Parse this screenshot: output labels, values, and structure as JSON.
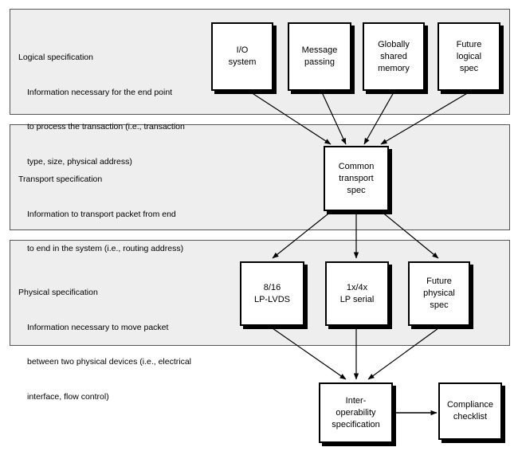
{
  "figure": {
    "title": "Interconnect specification layering diagram",
    "background_color": "#ffffff",
    "band_fill": "#eeeeee",
    "band_border": "#555555",
    "box_fill": "#ffffff",
    "box_border": "#000000"
  },
  "bands": [
    {
      "id": "logical",
      "title": "Logical specification",
      "lines": [
        "Information necessary for the end point",
        "to process the transaction (i.e., transaction",
        "type, size, physical address)"
      ]
    },
    {
      "id": "transport",
      "title": "Transport specification",
      "lines": [
        "Information to transport packet from end",
        "to end in the system (i.e., routing address)"
      ]
    },
    {
      "id": "physical",
      "title": "Physical specification",
      "lines": [
        "Information necessary to move packet",
        "between two physical devices (i.e., electrical",
        "interface, flow control)"
      ]
    }
  ],
  "nodes": {
    "io_system": "I/O\nsystem",
    "message_passing": "Message\npassing",
    "globally_shared_memory": "Globally\nshared\nmemory",
    "future_logical_spec": "Future\nlogical\nspec",
    "common_transport_spec": "Common\ntransport\nspec",
    "lp_lvds": "8/16\nLP-LVDS",
    "lp_serial": "1x/4x\nLP serial",
    "future_physical_spec": "Future\nphysical\nspec",
    "interoperability_specification": "Inter-\noperability\nspecification",
    "compliance_checklist": "Compliance\nchecklist"
  },
  "edges": [
    {
      "from": "io_system",
      "to": "common_transport_spec"
    },
    {
      "from": "message_passing",
      "to": "common_transport_spec"
    },
    {
      "from": "globally_shared_memory",
      "to": "common_transport_spec"
    },
    {
      "from": "future_logical_spec",
      "to": "common_transport_spec"
    },
    {
      "from": "common_transport_spec",
      "to": "lp_lvds"
    },
    {
      "from": "common_transport_spec",
      "to": "lp_serial"
    },
    {
      "from": "common_transport_spec",
      "to": "future_physical_spec"
    },
    {
      "from": "lp_lvds",
      "to": "interoperability_specification"
    },
    {
      "from": "lp_serial",
      "to": "interoperability_specification"
    },
    {
      "from": "future_physical_spec",
      "to": "interoperability_specification"
    },
    {
      "from": "interoperability_specification",
      "to": "compliance_checklist"
    }
  ]
}
